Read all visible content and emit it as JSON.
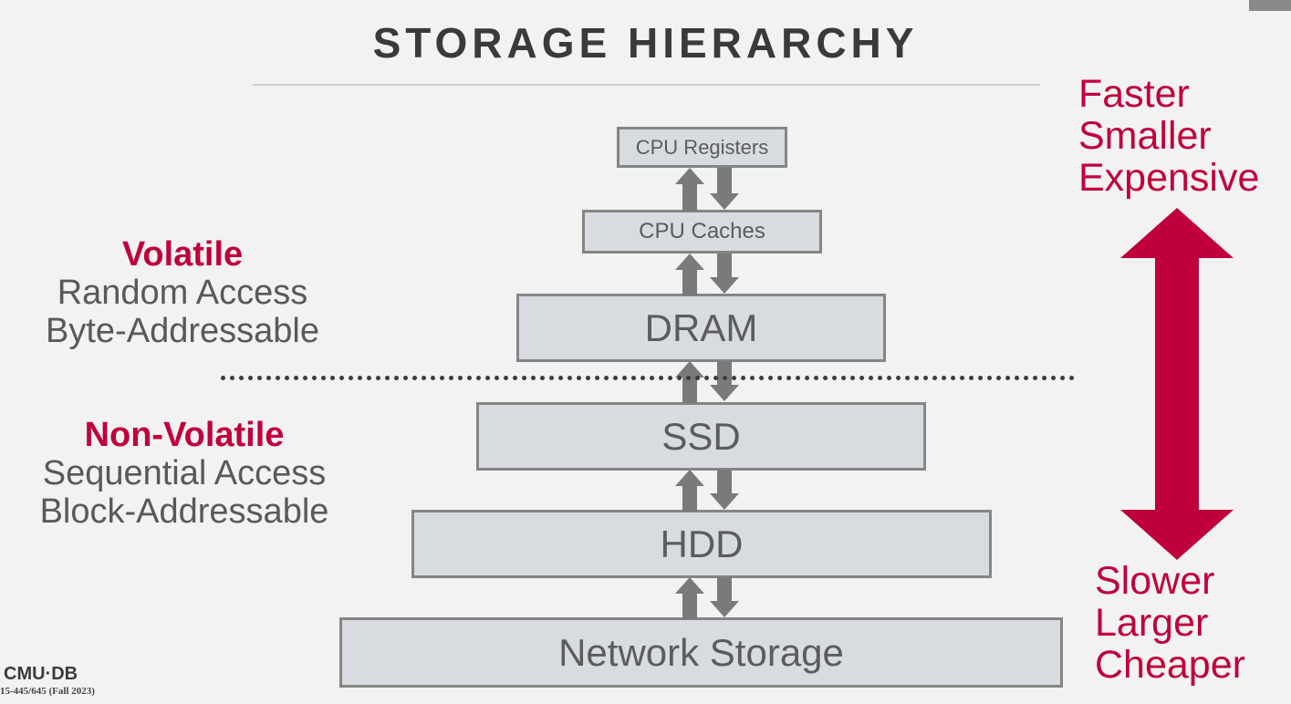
{
  "title": "STORAGE HIERARCHY",
  "tiers": [
    {
      "id": "registers",
      "label": "CPU Registers"
    },
    {
      "id": "caches",
      "label": "CPU Caches"
    },
    {
      "id": "dram",
      "label": "DRAM"
    },
    {
      "id": "ssd",
      "label": "SSD"
    },
    {
      "id": "hdd",
      "label": "HDD"
    },
    {
      "id": "network",
      "label": "Network Storage"
    }
  ],
  "volatile": {
    "heading": "Volatile",
    "lines": [
      "Random Access",
      "Byte-Addressable"
    ]
  },
  "non_volatile": {
    "heading": "Non-Volatile",
    "lines": [
      "Sequential Access",
      "Block-Addressable"
    ]
  },
  "top_labels": [
    "Faster",
    "Smaller",
    "Expensive"
  ],
  "bottom_labels": [
    "Slower",
    "Larger",
    "Cheaper"
  ],
  "footer": {
    "logo": "CMU·DB",
    "course": "15-445/645 (Fall 2023)"
  },
  "colors": {
    "accent": "#c0003c",
    "box_fill": "#d8dbe0",
    "box_border": "#858585",
    "arrow": "#7a7a7a"
  }
}
